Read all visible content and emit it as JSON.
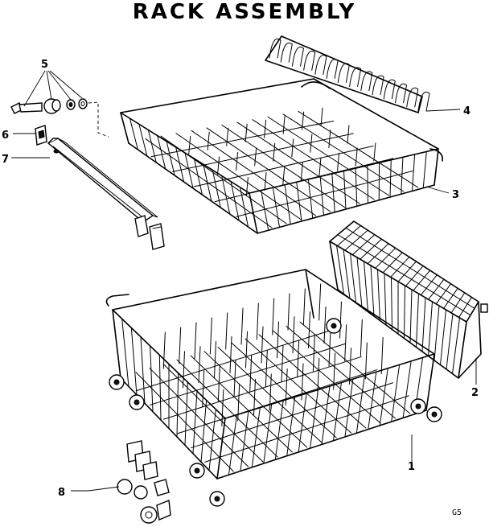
{
  "title": "RACK ASSEMBLY",
  "callouts": {
    "c1": "1",
    "c2": "2",
    "c3": "3",
    "c4": "4",
    "c5": "5",
    "c6": "6",
    "c7": "7",
    "c8": "8"
  },
  "drawing_code": "G5"
}
